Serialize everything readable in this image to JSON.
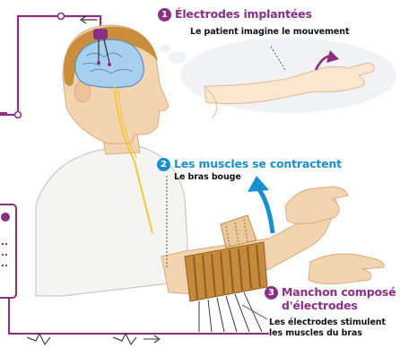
{
  "colors": {
    "purple": "#8b2e86",
    "blue": "#1a8fd0",
    "skin": "#f3d4b1",
    "shirt": "#f4f4f2",
    "hair": "#c98d3c",
    "brain": "#a9cfee",
    "sleeve": "#c68a3c"
  },
  "steps": [
    {
      "number": "1",
      "title": "Électrodes implantées",
      "subtitle": "Le patient imagine le mouvement",
      "color": "#8b2e86"
    },
    {
      "number": "2",
      "title": "Les muscles se contractent",
      "subtitle": "Le bras bouge",
      "color": "#1a8fd0"
    },
    {
      "number": "3",
      "title": "Manchon composé",
      "title_line2": "d'électrodes",
      "subtitle": "Les électrodes stimulent",
      "subtitle_line2": "les muscles du bras",
      "color": "#8b2e86"
    }
  ]
}
